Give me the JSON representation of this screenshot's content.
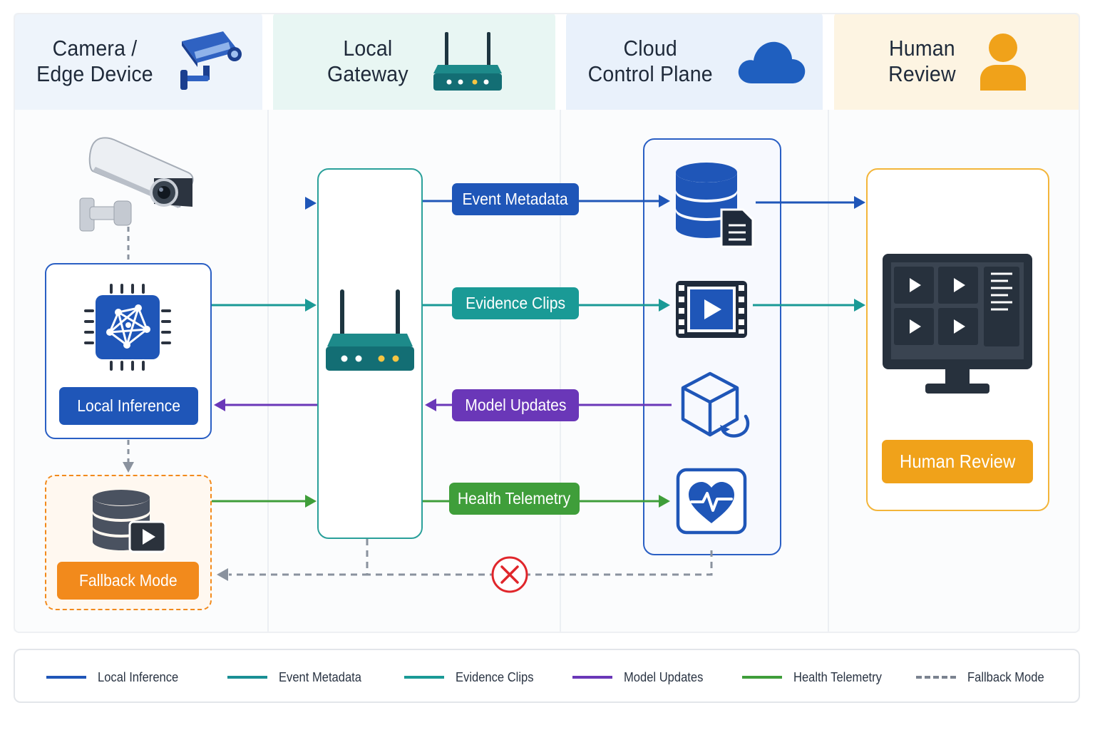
{
  "lanes": [
    {
      "title_line1": "Camera /",
      "title_line2": "Edge Device",
      "icon": "security-camera-icon",
      "bg": "#eef4fb"
    },
    {
      "title_line1": "Local",
      "title_line2": "Gateway",
      "icon": "router-icon",
      "bg": "#e8f6f3"
    },
    {
      "title_line1": "Cloud",
      "title_line2": "Control Plane",
      "icon": "cloud-icon",
      "bg": "#e9f1fb"
    },
    {
      "title_line1": "Human",
      "title_line2": "Review",
      "icon": "person-icon",
      "bg": "#fdf4e2"
    }
  ],
  "nodes": {
    "local_inference": "Local Inference",
    "fallback_mode": "Fallback Mode",
    "human_review": "Human Review"
  },
  "flows": {
    "event_metadata": "Event Metadata",
    "evidence_clips": "Evidence Clips",
    "model_updates": "Model Updates",
    "health_telemetry": "Health Telemetry"
  },
  "legend": [
    {
      "label": "Local Inference",
      "color": "#1f56b8",
      "style": "solid"
    },
    {
      "label": "Event Metadata",
      "color": "#1a8f94",
      "style": "solid"
    },
    {
      "label": "Evidence Clips",
      "color": "#1a9a96",
      "style": "solid"
    },
    {
      "label": "Model Updates",
      "color": "#6a37b8",
      "style": "solid"
    },
    {
      "label": "Health Telemetry",
      "color": "#3f9e3a",
      "style": "solid"
    },
    {
      "label": "Fallback Mode",
      "color": "#7b8390",
      "style": "dashed"
    }
  ],
  "colors": {
    "blue": "#1f56b8",
    "teal": "#1a9a96",
    "purple": "#6a37b8",
    "green": "#3f9e3a",
    "orange": "#f28a1c",
    "amber": "#f0a21a",
    "gray": "#7b8390",
    "red": "#e0262b"
  }
}
